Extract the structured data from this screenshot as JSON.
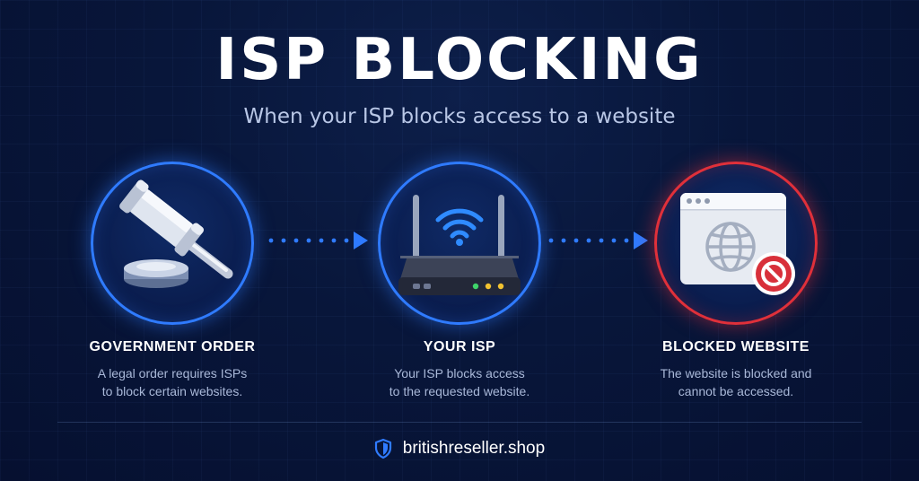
{
  "header": {
    "title": "ISP BLOCKING",
    "subtitle": "When your ISP blocks access to a website"
  },
  "steps": [
    {
      "title": "GOVERNMENT ORDER",
      "desc_line1": "A legal order requires ISPs",
      "desc_line2": "to block certain websites.",
      "icon": "gavel-icon"
    },
    {
      "title": "YOUR ISP",
      "desc_line1": "Your ISP blocks access",
      "desc_line2": "to the requested website.",
      "icon": "router-icon"
    },
    {
      "title": "BLOCKED WEBSITE",
      "desc_line1": "The website is blocked and",
      "desc_line2": "cannot be accessed.",
      "icon": "blocked-website-icon"
    }
  ],
  "footer": {
    "domain": "britishreseller.shop",
    "icon": "shield-icon"
  },
  "colors": {
    "accent_blue": "#2f7bff",
    "alert_red": "#e0303a",
    "background": "#08163a"
  }
}
